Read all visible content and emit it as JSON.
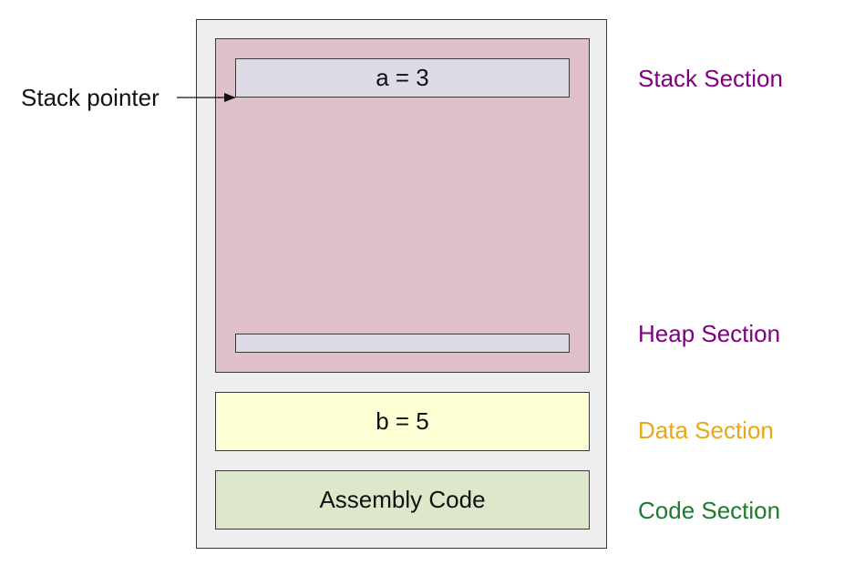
{
  "regions": {
    "stack_frame_text": "a = 3",
    "data_text": "b = 5",
    "code_text": "Assembly Code"
  },
  "pointer": {
    "label": "Stack pointer"
  },
  "labels": {
    "stack": {
      "text": "Stack Section",
      "color": "#800080"
    },
    "heap": {
      "text": "Heap Section",
      "color": "#800080"
    },
    "data": {
      "text": "Data Section",
      "color": "#e6a817"
    },
    "code": {
      "text": "Code Section",
      "color": "#1e7a2e"
    }
  }
}
